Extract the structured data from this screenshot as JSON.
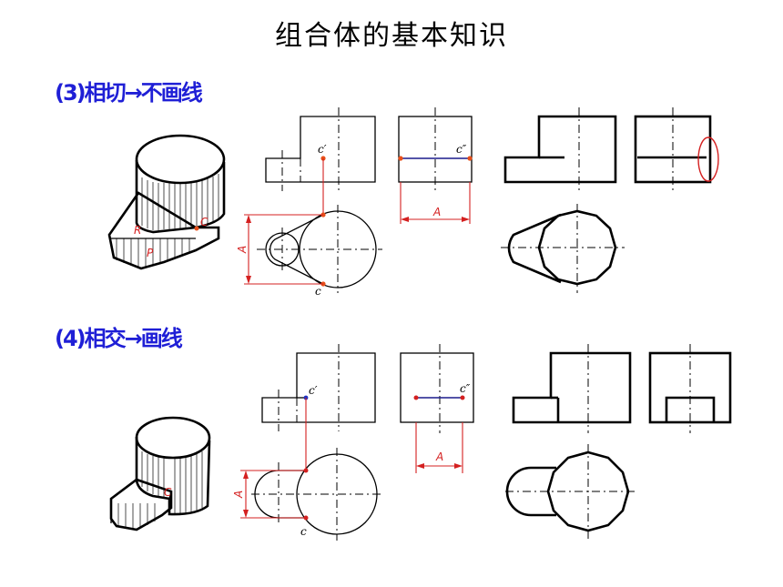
{
  "title": "组合体的基本知识",
  "sections": {
    "tangent": "(3)相切→不画线",
    "intersect": "(4)相交→画线"
  },
  "labels": {
    "c_prime": "c′",
    "c_double": "c″",
    "c": "c",
    "C": "C",
    "R": "R",
    "P": "P",
    "A": "A"
  },
  "colors": {
    "title": "#000000",
    "section": "#1f1fd6",
    "dimension": "#d42020",
    "point": "#e8501a",
    "tangent_line": "#1c1c8c"
  }
}
